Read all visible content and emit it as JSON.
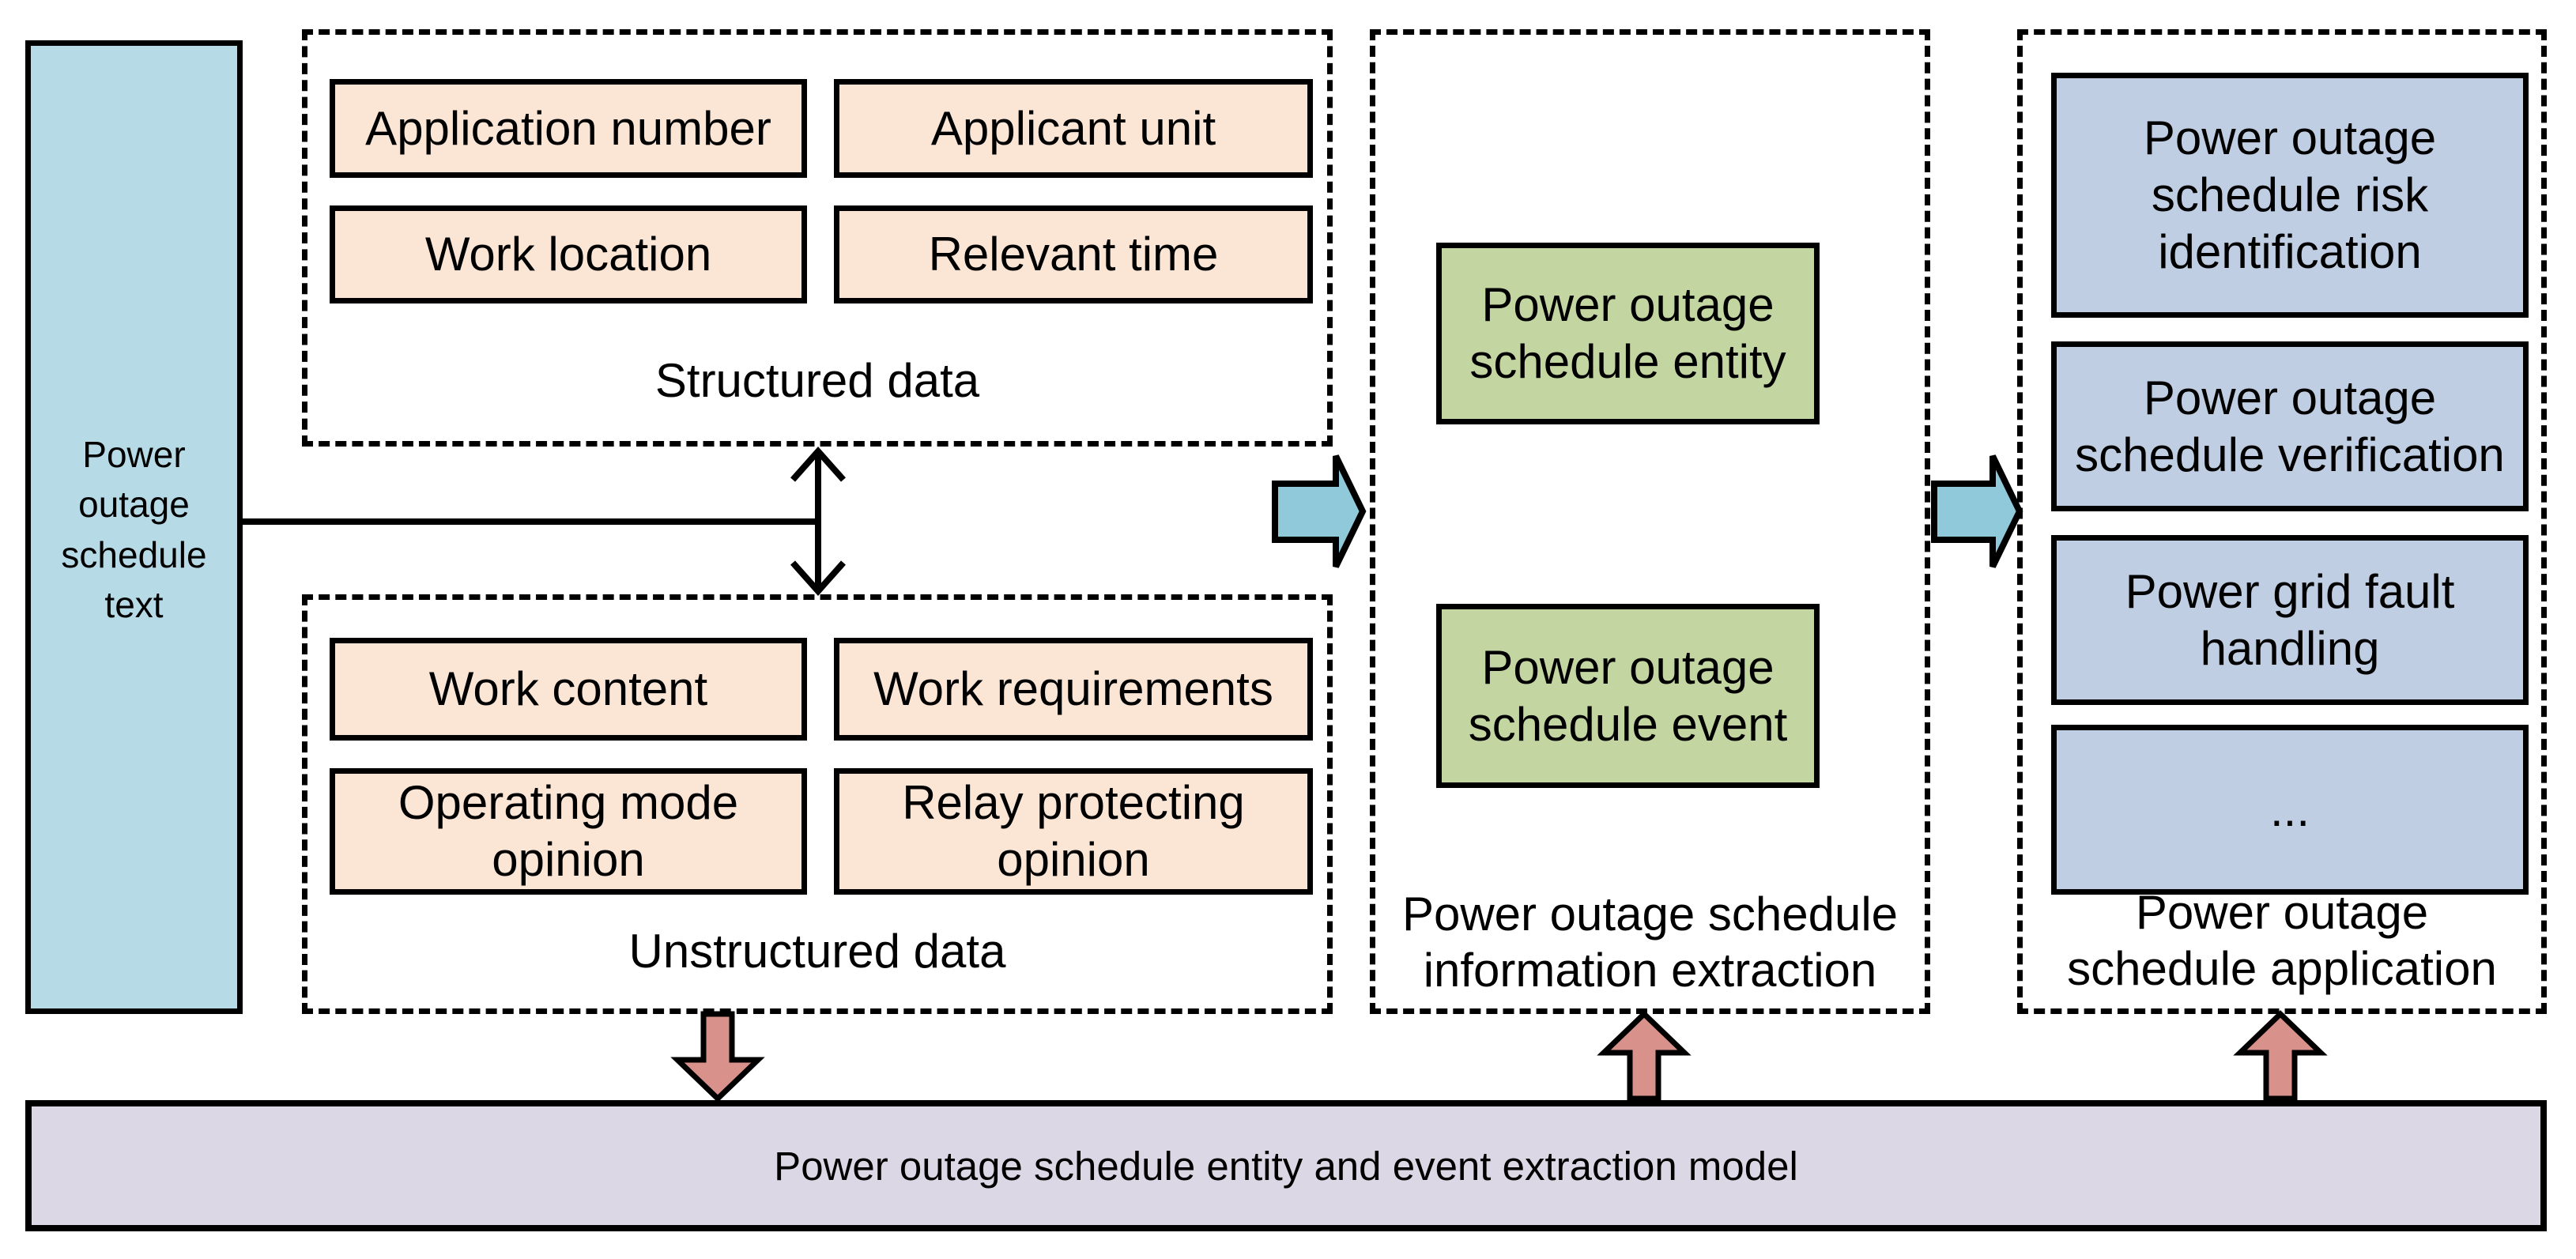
{
  "colors": {
    "source-fill": "#b6dbe6",
    "field-fill": "#fbe5d5",
    "entity-fill": "#c3d6a1",
    "application-fill": "#bfcee3",
    "model-fill": "#dcd7e4",
    "flow-arrow-fill": "#90cada",
    "model-arrow-fill": "#d9918c",
    "line": "#000000"
  },
  "source_box": {
    "lines": [
      "Power",
      "outage",
      "schedule",
      "text"
    ]
  },
  "structured_panel": {
    "title": "Structured data",
    "items": [
      {
        "lines": [
          "Application number"
        ]
      },
      {
        "lines": [
          "Applicant unit"
        ]
      },
      {
        "lines": [
          "Work location"
        ]
      },
      {
        "lines": [
          "Relevant time"
        ]
      }
    ]
  },
  "unstructured_panel": {
    "title": "Unstructured data",
    "items": [
      {
        "lines": [
          "Work content"
        ]
      },
      {
        "lines": [
          "Work requirements"
        ]
      },
      {
        "lines": [
          "Operating mode",
          "opinion"
        ]
      },
      {
        "lines": [
          "Relay protecting",
          "opinion"
        ]
      }
    ]
  },
  "extraction_panel": {
    "title_lines": [
      "Power outage schedule",
      "information extraction"
    ],
    "items": [
      {
        "lines": [
          "Power outage",
          "schedule entity"
        ]
      },
      {
        "lines": [
          "Power outage",
          "schedule event"
        ]
      }
    ]
  },
  "application_panel": {
    "title_lines": [
      "Power outage",
      "schedule application"
    ],
    "items": [
      {
        "lines": [
          "Power outage",
          "schedule risk",
          "identification"
        ]
      },
      {
        "lines": [
          "Power outage",
          "schedule verification"
        ]
      },
      {
        "lines": [
          "Power grid fault",
          "handling"
        ]
      },
      {
        "lines": [
          "..."
        ]
      }
    ]
  },
  "model_bar": {
    "label": "Power outage schedule entity and event extraction model"
  }
}
